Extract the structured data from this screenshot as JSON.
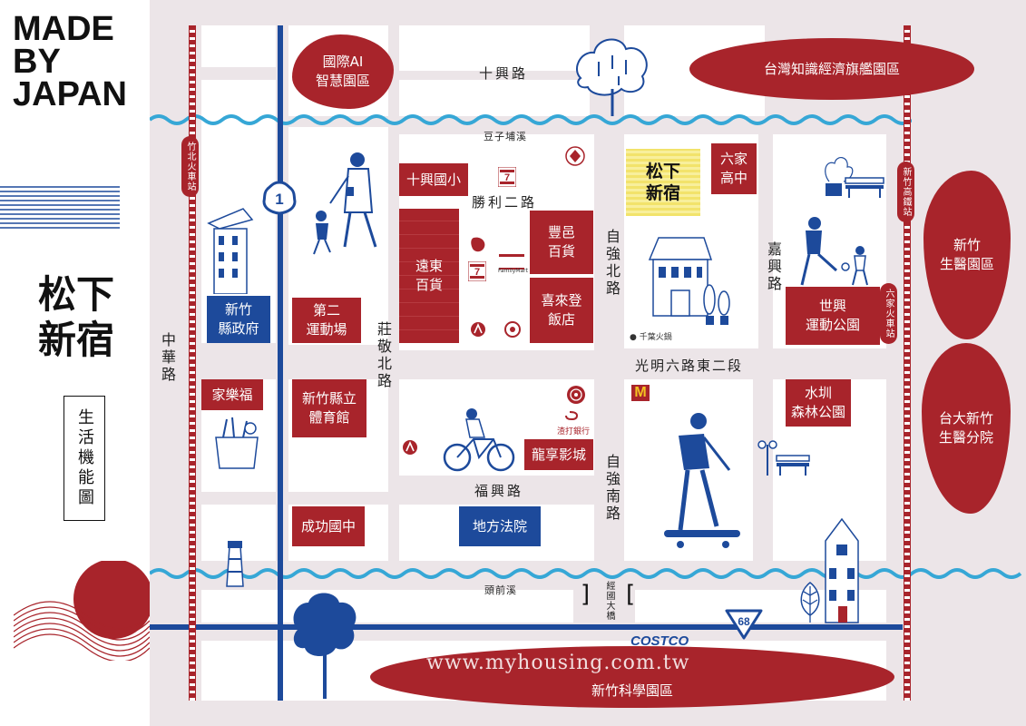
{
  "brand": {
    "line1": "MADE",
    "line2": "BY",
    "line3": "JAPAN"
  },
  "title": {
    "line1": "松下",
    "line2": "新宿"
  },
  "subtitle": "生活機能圖",
  "roads": {
    "shixing": "十興路",
    "doufu_creek": "豆子埔溪",
    "shengli2": "勝利二路",
    "ziqiang_north": "自強北路",
    "zhuangjing_north": "莊敬北路",
    "zhonghua": "中華路",
    "jiaxing": "嘉興路",
    "guangming6e2": "光明六路東二段",
    "fuxing": "福興路",
    "ziqiang_south": "自強南路",
    "touqian_creek": "頭前溪",
    "jingguo_bridge": "經國大橋"
  },
  "places": {
    "intl_ai": "國際AI\n智慧園區",
    "taiwan_knowledge": "台灣知識經濟旗艦園區",
    "shixing_elem": "十興國小",
    "fareastern": "遠東\n百貨",
    "fengyi": "豐邑\n百貨",
    "sheraton": "喜來登\n飯店",
    "songxia": "松下\n新宿",
    "liujia_high": "六家\n高中",
    "shixing_park": "世興\n運動公園",
    "county_gov": "新竹\n縣政府",
    "stadium2": "第二\n運動場",
    "carrefour": "家樂福",
    "county_gym": "新竹縣立\n體育館",
    "longxiang": "龍享影城",
    "court": "地方法院",
    "chenggong": "成功國中",
    "shuizun_park": "水圳\n森林公園",
    "biomed": "新竹\n生醫園區",
    "ntu_hsinchu": "台大新竹\n生醫分院",
    "science_park": "新竹科學園區"
  },
  "stations": {
    "zhubei": "竹北火車站",
    "hsr": "新竹高鐵站",
    "liujia": "六家火車站"
  },
  "small_labels": {
    "chiba": "● 千葉火鍋",
    "family": "FamilyMart",
    "standard": "渣打銀行",
    "route1": "1",
    "route68": "68",
    "costco": "COSTCO",
    "watermark": "www.myhousing.com.tw"
  },
  "colors": {
    "red": "#a8242b",
    "blue": "#1d4a9b",
    "river": "#36a7d6",
    "bg": "#ece5e8",
    "yellow": "#f2e36b"
  }
}
